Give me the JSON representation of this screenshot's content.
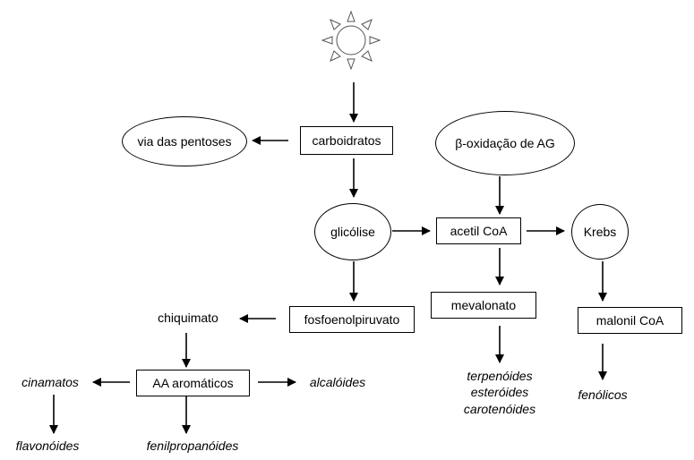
{
  "diagram": {
    "source_icon": "sun-icon",
    "nodes": {
      "carboidratos": "carboidratos",
      "via_pentoses": "via das pentoses",
      "beta_oxidacao": "β-oxidação de AG",
      "glicolise": "glicólise",
      "acetil_coa": "acetil CoA",
      "krebs": "Krebs",
      "fosfoenolpiruvato": "fosfoenolpiruvato",
      "mevalonato": "mevalonato",
      "malonil_coa": "malonil CoA",
      "chiquimato": "chiquimato",
      "aa_aromaticos": "AA aromáticos",
      "cinamatos": "cinamatos",
      "alcaloides": "alcalóides",
      "flavonoides": "flavonóides",
      "fenilpropanoides": "fenilpropanóides",
      "terpenoides": "terpenóides",
      "esteroides": "esteróides",
      "carotenoides": "carotenóides",
      "fenolicos": "fenólicos"
    },
    "edges": [
      [
        "sun",
        "carboidratos"
      ],
      [
        "carboidratos",
        "via das pentoses"
      ],
      [
        "carboidratos",
        "glicólise"
      ],
      [
        "β-oxidação de AG",
        "acetil CoA"
      ],
      [
        "glicólise",
        "acetil CoA"
      ],
      [
        "acetil CoA",
        "Krebs"
      ],
      [
        "glicólise",
        "fosfoenolpiruvato"
      ],
      [
        "acetil CoA",
        "mevalonato"
      ],
      [
        "Krebs",
        "malonil CoA"
      ],
      [
        "fosfoenolpiruvato",
        "chiquimato"
      ],
      [
        "chiquimato",
        "AA aromáticos"
      ],
      [
        "AA aromáticos",
        "cinamatos"
      ],
      [
        "AA aromáticos",
        "alcalóides"
      ],
      [
        "AA aromáticos",
        "fenilpropanóides"
      ],
      [
        "cinamatos",
        "flavonóides"
      ],
      [
        "mevalonato",
        "terpenóides / esteróides / carotenóides"
      ],
      [
        "malonil CoA",
        "fenólicos"
      ]
    ]
  }
}
